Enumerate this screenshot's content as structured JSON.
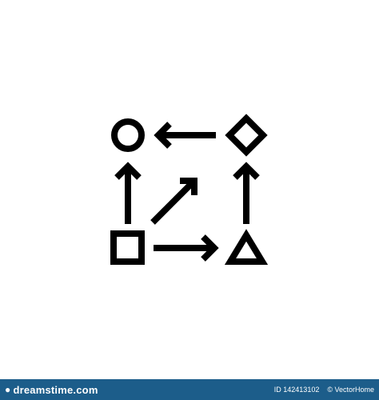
{
  "colors": {
    "background": "#ffffff",
    "icon": "#000000",
    "footer": "#1c5d8a",
    "footer_text": "#ffffff"
  },
  "icon": {
    "shapes": [
      "circle-icon",
      "diamond-icon",
      "square-icon",
      "triangle-icon"
    ],
    "arrows": [
      "arrow-left-icon",
      "arrow-up-icon",
      "arrow-up-icon",
      "arrow-diagonal-icon",
      "arrow-right-icon"
    ]
  },
  "footer": {
    "logo": "dreamstime.com",
    "id_text": "ID 142413102",
    "credit": "© VectorHome"
  }
}
